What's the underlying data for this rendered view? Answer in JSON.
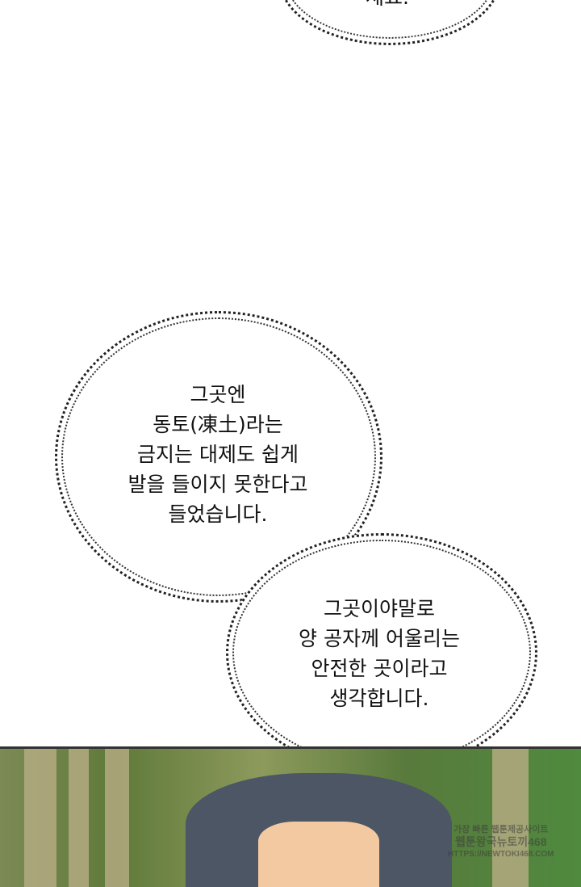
{
  "top_bubble": {
    "text_fragment": "세요."
  },
  "bubble1": {
    "lines": "그곳엔\n동토(凍土)라는\n금지는 대제도 쉽게\n발을 들이지 못한다고\n들었습니다."
  },
  "bubble2": {
    "lines": "그곳이야말로\n양 공자께 어울리는\n안전한 곳이라고\n생각합니다."
  },
  "watermark": {
    "line1": "가장 빠른 웹툰제공사이트",
    "line2": "웹툰왕국뉴토끼468",
    "line3": "HTTPS://NEWTOKI468.COM"
  }
}
